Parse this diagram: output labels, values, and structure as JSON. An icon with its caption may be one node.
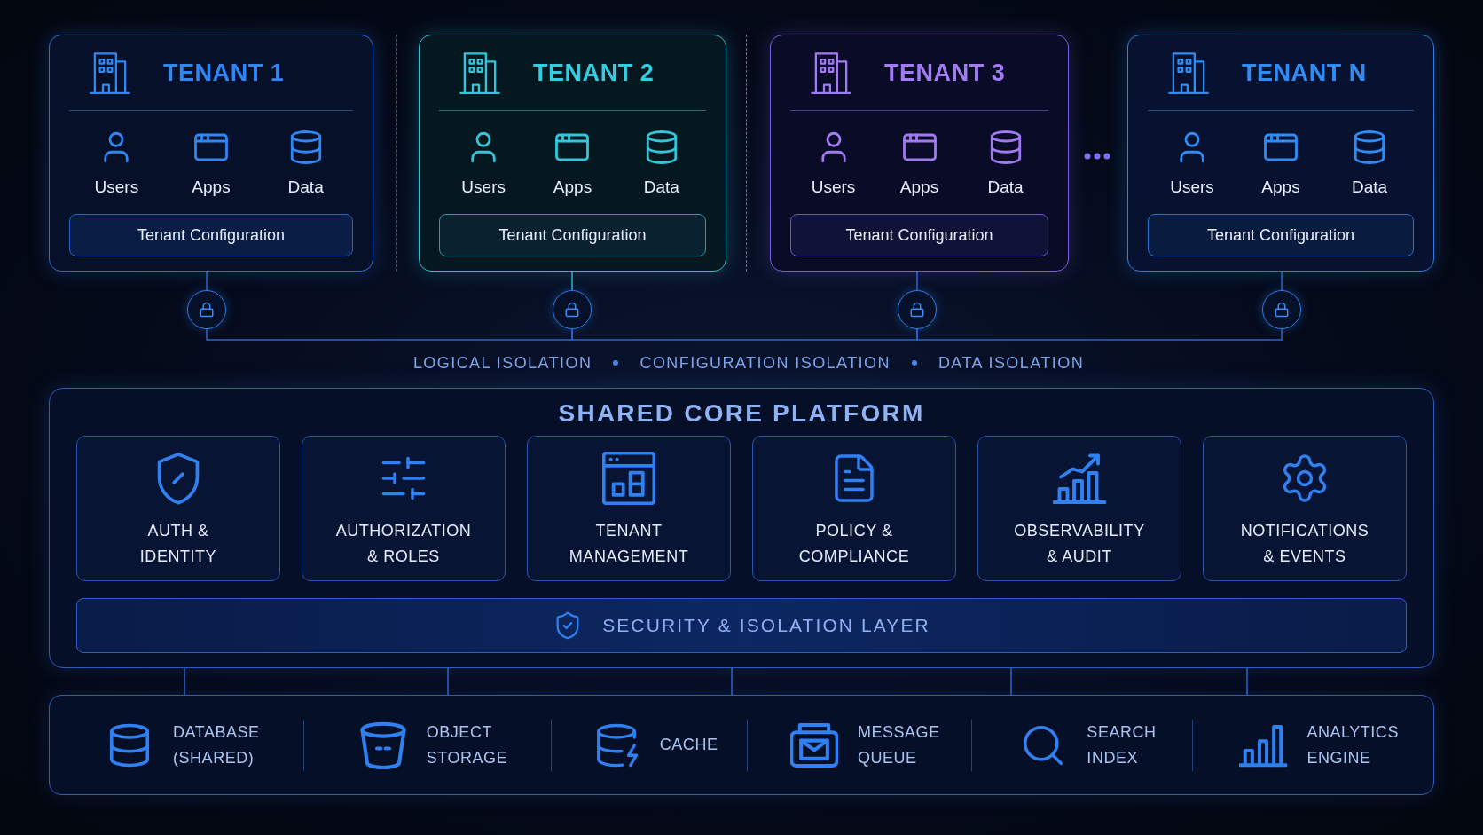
{
  "diagram": {
    "nodes": [
      {
        "text": [
          "TENANT 1",
          "Users",
          "Apps",
          "Data"
        ]
      },
      {
        "text": [
          "Tenant Configuration"
        ],
        "in": 0
      },
      {
        "text": [
          "TENANT 2",
          "Users",
          "Apps",
          "Data"
        ]
      },
      {
        "text": [
          "Tenant Configuration"
        ],
        "in": 2
      },
      {
        "text": [
          "TENANT 3",
          "Users",
          "Apps",
          "Data"
        ]
      },
      {
        "text": [
          "Tenant Configuration"
        ],
        "in": 4
      },
      {
        "text": [
          "TENANT N",
          "Users",
          "Apps",
          "Data"
        ]
      },
      {
        "text": [
          "Tenant Configuration"
        ],
        "in": 6
      },
      {
        "text": [],
        "shape": "circle"
      },
      {
        "text": [],
        "shape": "circle"
      },
      {
        "text": [],
        "shape": "circle"
      },
      {
        "text": [],
        "shape": "circle"
      },
      {
        "text": [
          "SHARED CORE PLATFORM"
        ]
      },
      {
        "text": [
          "AUTH & IDENTITY"
        ],
        "in": 12
      },
      {
        "text": [
          "AUTHORIZATION & ROLES"
        ],
        "in": 12
      },
      {
        "text": [
          "TENANT MANAGEMENT"
        ],
        "in": 12
      },
      {
        "text": [
          "POLICY & COMPLIANCE"
        ],
        "in": 12
      },
      {
        "text": [
          "OBSERVABILITY & AUDIT"
        ],
        "in": 12
      },
      {
        "text": [
          "NOTIFICATIONS & EVENTS"
        ],
        "in": 12
      },
      {
        "text": [
          "SECURITY & ISOLATION LAYER"
        ],
        "in": 12
      },
      {
        "text": [
          "DATABASE (SHARED)",
          "OBJECT STORAGE",
          "CACHE",
          "MESSAGE QUEUE",
          "SEARCH INDEX",
          "ANALYTICS ENGINE"
        ]
      }
    ],
    "edges": [
      {
        "from": 0,
        "to": 8,
        "arrow": "none"
      },
      {
        "from": 2,
        "to": 9,
        "arrow": "none",
        "color": "#2bb3c9"
      },
      {
        "from": 4,
        "to": 10,
        "arrow": "none"
      },
      {
        "from": 6,
        "to": 11,
        "arrow": "none"
      },
      {
        "from": 8,
        "to": 9,
        "arrow": "none"
      },
      {
        "from": 9,
        "to": 10,
        "arrow": "none"
      },
      {
        "from": 10,
        "to": 11,
        "arrow": "none"
      },
      {
        "from": 12,
        "to": 20,
        "arrow": "none"
      },
      {
        "from": 12,
        "to": 20,
        "arrow": "none"
      },
      {
        "from": 12,
        "to": 20,
        "arrow": "none"
      },
      {
        "from": 12,
        "to": 20,
        "arrow": "none"
      },
      {
        "from": 12,
        "to": 20,
        "arrow": "none"
      }
    ],
    "labels": [
      "LOGICAL ISOLATION",
      "CONFIGURATION ISOLATION",
      "DATA ISOLATION"
    ]
  }
}
